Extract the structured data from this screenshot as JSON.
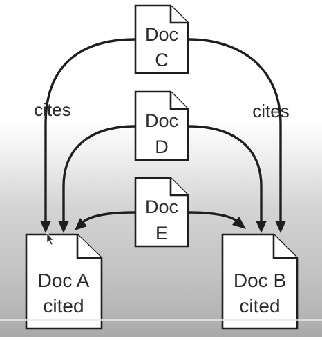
{
  "documents": {
    "c": {
      "line1": "Doc",
      "line2": "C"
    },
    "d": {
      "line1": "Doc",
      "line2": "D"
    },
    "e": {
      "line1": "Doc",
      "line2": "E"
    },
    "a": {
      "line1": "Doc A",
      "line2": "cited"
    },
    "b": {
      "line1": "Doc B",
      "line2": "cited"
    }
  },
  "edge_labels": {
    "left": "cites",
    "right": "cites"
  },
  "colors": {
    "stroke": "#1e1e1e",
    "text": "#2b2b2b",
    "page": "#ffffff"
  }
}
